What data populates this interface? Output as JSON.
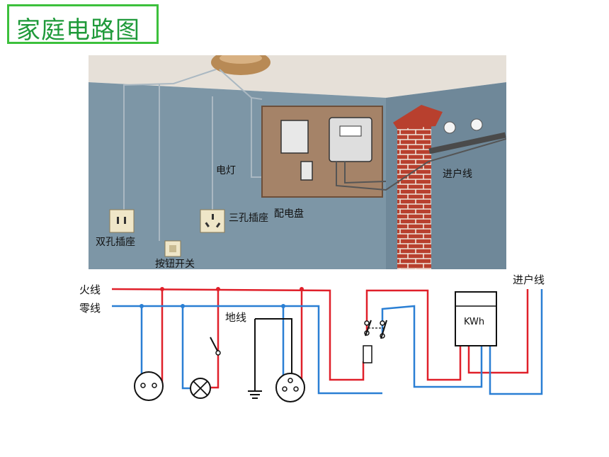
{
  "title": "家庭电路图",
  "photo": {
    "labels": {
      "lamp": "电灯",
      "incoming": "进户线",
      "panel": "配电盘",
      "three_hole": "三孔插座",
      "two_hole": "双孔插座",
      "button_switch": "按钮开关"
    }
  },
  "schematic": {
    "live_label": "火线",
    "neutral_label": "零线",
    "ground_label": "地线",
    "incoming_label": "进户线",
    "meter_label": "KWh"
  },
  "colors": {
    "live": "#e0202a",
    "neutral": "#2a7fd4",
    "ground": "#111111",
    "title_border": "#3cc03c",
    "title_text": "#1f9a3a"
  }
}
